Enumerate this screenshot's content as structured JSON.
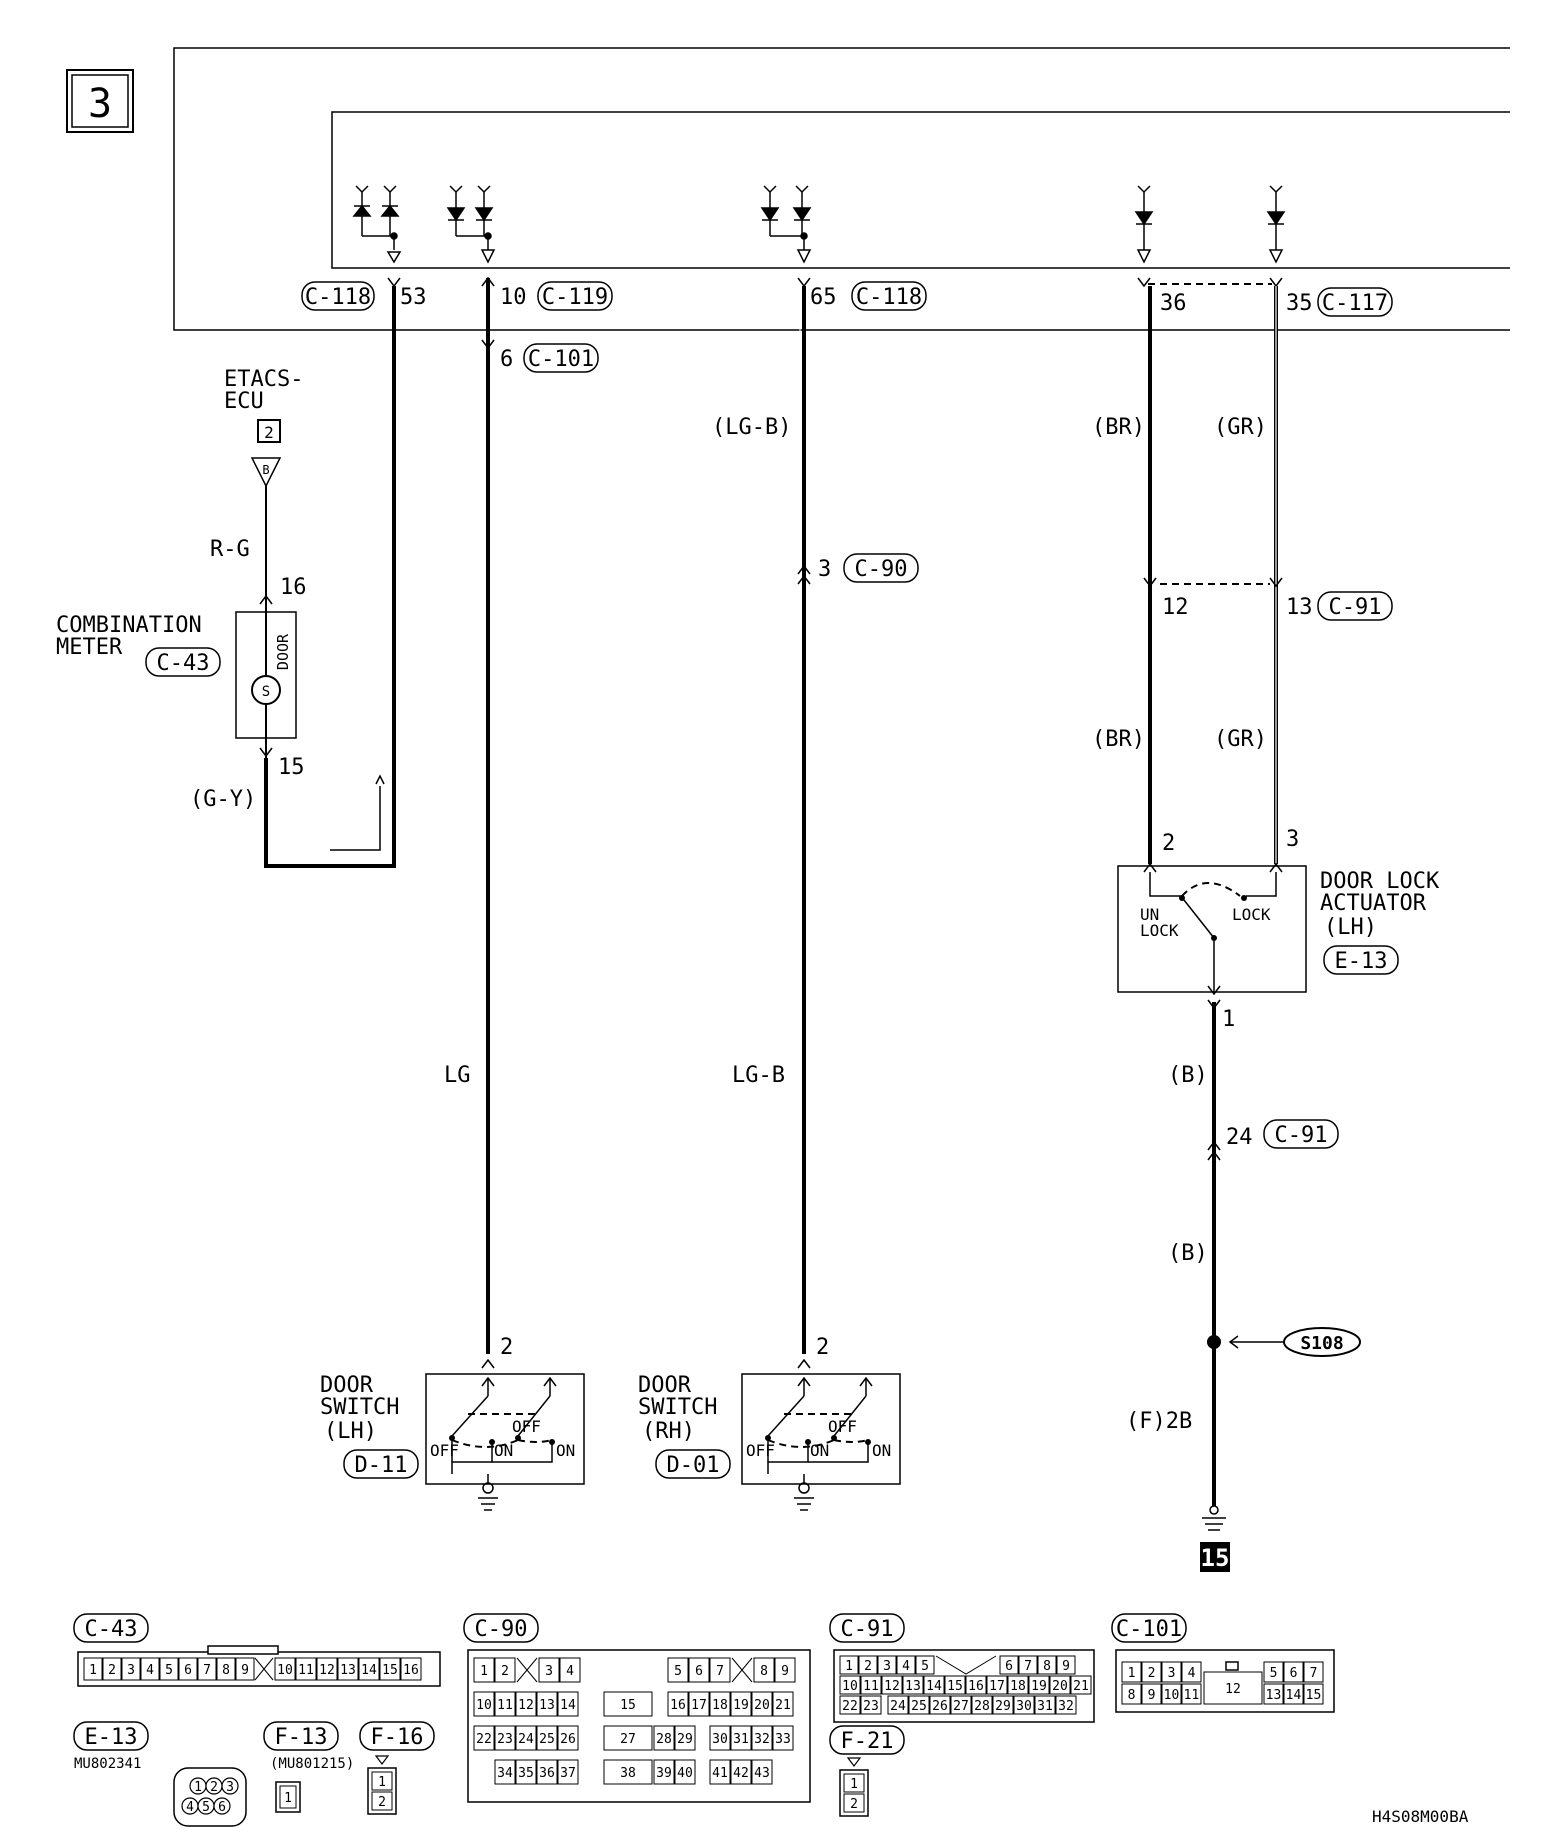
{
  "page_tag": "3",
  "ecu": {
    "name_line1": "ETACS-",
    "name_line2": "ECU",
    "ref": "2",
    "pin": "B"
  },
  "wires": [
    {
      "connector": "C-118",
      "pin": "53"
    },
    {
      "connector": "C-119",
      "pin": "10",
      "lower_connector": "C-101",
      "lower_pin": "6",
      "color_mid": "LG"
    },
    {
      "connector": "C-118",
      "pin": "65",
      "color_top": "(LG-B)",
      "mid_connector": "C-90",
      "mid_pin": "3",
      "color_mid": "LG-B"
    },
    {
      "pin": "36",
      "color_top": "(BR)",
      "junction_pin": "12",
      "color_low": "(BR)",
      "end_pin": "2"
    },
    {
      "connector": "C-117",
      "pin": "35",
      "color_top": "(GR)",
      "junction_connector": "C-91",
      "junction_pin": "13",
      "color_low": "(GR)",
      "end_pin": "3"
    }
  ],
  "meter": {
    "line1": "COMBINATION",
    "line2": "METER",
    "connector": "C-43",
    "label": "DOOR",
    "pin_in": "16",
    "pin_out": "15",
    "wire_in": "R-G",
    "wire_out": "(G-Y)"
  },
  "actuator": {
    "line1": "DOOR LOCK",
    "line2": "ACTUATOR",
    "line3": "(LH)",
    "connector": "E-13",
    "unlock1": "UN",
    "unlock2": "LOCK",
    "lock": "LOCK",
    "pin_out": "1",
    "wire1": "(B)",
    "mid_pin": "24",
    "mid_connector": "C-91",
    "wire2": "(B)",
    "splice": "S108",
    "ground_ref": "(F)2B",
    "ground_tag": "15"
  },
  "switch_lh": {
    "line1": "DOOR",
    "line2": "SWITCH",
    "line3": "(LH)",
    "connector": "D-11",
    "pin": "2",
    "off": "OFF",
    "on": "ON",
    "off2": "OFF",
    "on2": "ON"
  },
  "switch_rh": {
    "line1": "DOOR",
    "line2": "SWITCH",
    "line3": "(RH)",
    "connector": "D-01",
    "pin": "2",
    "off": "OFF",
    "on": "ON",
    "off2": "OFF",
    "on2": "ON"
  },
  "connectors": {
    "c43": {
      "name": "C-43",
      "pins": [
        "1",
        "2",
        "3",
        "4",
        "5",
        "6",
        "7",
        "8",
        "9",
        "10",
        "11",
        "12",
        "13",
        "14",
        "15",
        "16"
      ]
    },
    "c90": {
      "name": "C-90",
      "rows": [
        [
          "1",
          "2",
          "3",
          "4",
          "5",
          "6",
          "7",
          "8",
          "9"
        ],
        [
          "10",
          "11",
          "12",
          "13",
          "14",
          "15",
          "16",
          "17",
          "18",
          "19",
          "20",
          "21"
        ],
        [
          "22",
          "23",
          "24",
          "25",
          "26",
          "27",
          "28",
          "29",
          "30",
          "31",
          "32",
          "33"
        ],
        [
          "34",
          "35",
          "36",
          "37",
          "38",
          "39",
          "40",
          "41",
          "42",
          "43"
        ]
      ]
    },
    "c91": {
      "name": "C-91",
      "rows": [
        [
          "1",
          "2",
          "3",
          "4",
          "5",
          "6",
          "7",
          "8",
          "9"
        ],
        [
          "10",
          "11",
          "12",
          "13",
          "14",
          "15",
          "16",
          "17",
          "18",
          "19",
          "20",
          "21"
        ],
        [
          "22",
          "23",
          "24",
          "25",
          "26",
          "27",
          "28",
          "29",
          "30",
          "31",
          "32"
        ]
      ]
    },
    "c101": {
      "name": "C-101",
      "rows": [
        [
          "1",
          "2",
          "3",
          "4",
          "5",
          "6",
          "7"
        ],
        [
          "8",
          "9",
          "10",
          "11",
          "12",
          "13",
          "14",
          "15"
        ]
      ]
    },
    "e13": {
      "name": "E-13",
      "part": "MU802341",
      "pins": [
        "1",
        "2",
        "3",
        "4",
        "5",
        "6"
      ]
    },
    "f13": {
      "name": "F-13",
      "part": "(MU801215)",
      "pins": [
        "1"
      ]
    },
    "f16": {
      "name": "F-16",
      "pins": [
        "1",
        "2"
      ]
    },
    "f21": {
      "name": "F-21",
      "pins": [
        "1",
        "2"
      ]
    }
  },
  "doc_code": "H4S08M00BA"
}
